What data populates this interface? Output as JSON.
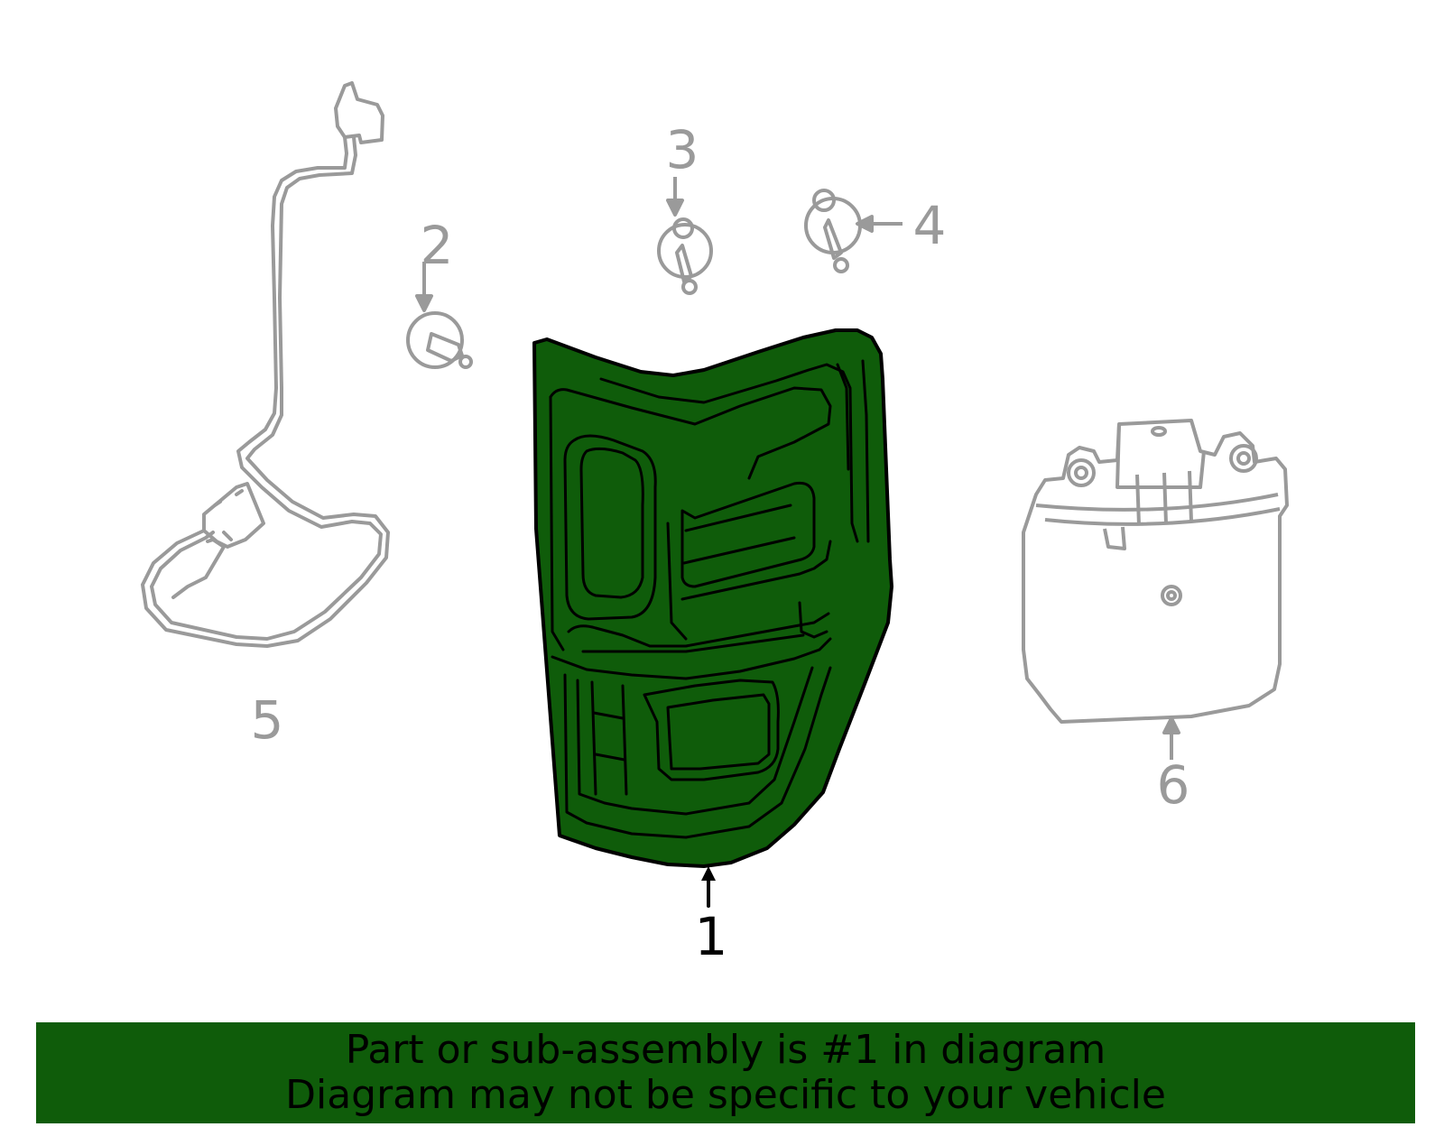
{
  "callouts": {
    "part_1": "1",
    "part_2": "2",
    "part_3": "3",
    "part_4": "4",
    "part_5": "5",
    "part_6": "6"
  },
  "banner": {
    "line1": "Part or sub-assembly is #1 in diagram",
    "line2": "Diagram may not be specific to your vehicle"
  },
  "colors": {
    "highlight_fill": "#0f5c0a",
    "outline": "#000000",
    "other_parts": "#9a9a9a",
    "banner_bg": "#0f5c0a"
  },
  "highlighted_part": "1"
}
